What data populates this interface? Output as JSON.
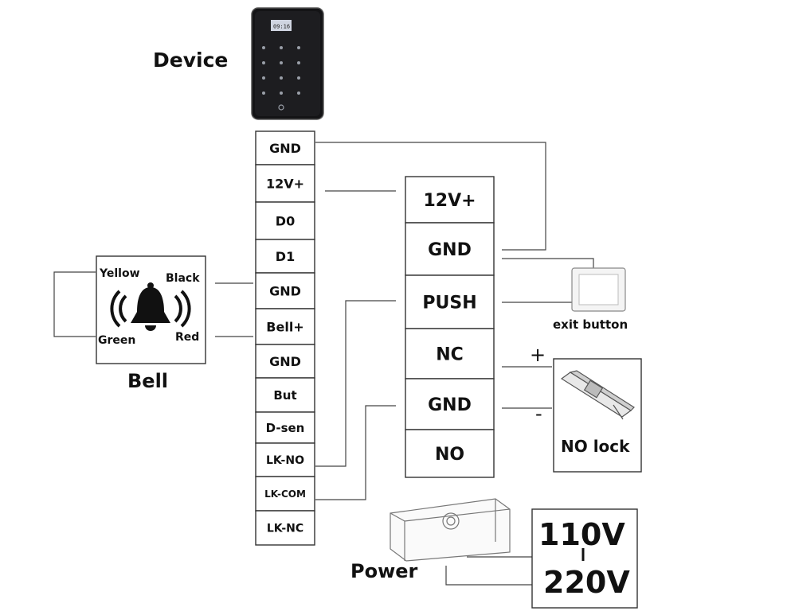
{
  "device": {
    "label": "Device",
    "screen_text": "09:16"
  },
  "controller_terminals": [
    "GND",
    "12V+",
    "D0",
    "D1",
    "GND",
    "Bell+",
    "GND",
    "But",
    "D-sen",
    "LK-NO",
    "LK-COM",
    "LK-NC"
  ],
  "power_terminals": [
    "12V+",
    "GND",
    "PUSH",
    "NC",
    "GND",
    "NO"
  ],
  "bell": {
    "label": "Bell",
    "wire_labels": {
      "top_left": "Yellow",
      "top_right": "Black",
      "bottom_left": "Green",
      "bottom_right": "Red"
    }
  },
  "exit_button": {
    "label": "exit button"
  },
  "lock": {
    "label": "NO lock",
    "plus": "+",
    "minus": "-"
  },
  "power": {
    "label": "Power",
    "voltage_top": "110V",
    "voltage_bottom": "220V"
  }
}
